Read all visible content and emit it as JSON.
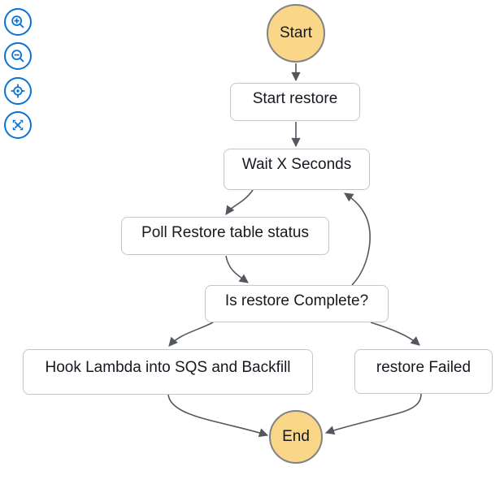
{
  "toolbar": {
    "accent_color": "#0972D3",
    "buttons": [
      {
        "name": "zoom-in",
        "icon": "magnifier-plus-icon"
      },
      {
        "name": "zoom-out",
        "icon": "magnifier-minus-icon"
      },
      {
        "name": "center",
        "icon": "crosshair-icon"
      },
      {
        "name": "fit-view",
        "icon": "expand-arrows-icon"
      }
    ]
  },
  "graph": {
    "colors": {
      "terminal_fill": "#FAD689",
      "terminal_border": "#828282",
      "state_fill": "#FFFFFF",
      "state_border": "#C3C8CE",
      "edge": "#54575E",
      "text": "#16191F"
    },
    "nodes": [
      {
        "id": "start",
        "type": "terminal-circle",
        "label": "Start"
      },
      {
        "id": "start-restore",
        "type": "state",
        "label": "Start restore"
      },
      {
        "id": "wait-x-seconds",
        "type": "state",
        "label": "Wait X Seconds"
      },
      {
        "id": "poll-restore",
        "type": "state",
        "label": "Poll Restore table status"
      },
      {
        "id": "is-complete",
        "type": "state",
        "label": "Is restore Complete?"
      },
      {
        "id": "hook-lambda",
        "type": "state",
        "label": "Hook Lambda into SQS and Backfill"
      },
      {
        "id": "restore-failed",
        "type": "state",
        "label": "restore Failed"
      },
      {
        "id": "end",
        "type": "terminal-circle",
        "label": "End"
      }
    ],
    "edges": [
      {
        "from": "Start",
        "to": "Start restore"
      },
      {
        "from": "Start restore",
        "to": "Wait X Seconds"
      },
      {
        "from": "Wait X Seconds",
        "to": "Poll Restore table status"
      },
      {
        "from": "Poll Restore table status",
        "to": "Is restore Complete?"
      },
      {
        "from": "Is restore Complete?",
        "to": "Wait X Seconds"
      },
      {
        "from": "Is restore Complete?",
        "to": "Hook Lambda into SQS and Backfill"
      },
      {
        "from": "Is restore Complete?",
        "to": "restore Failed"
      },
      {
        "from": "Hook Lambda into SQS and Backfill",
        "to": "End"
      },
      {
        "from": "restore Failed",
        "to": "End"
      }
    ]
  }
}
